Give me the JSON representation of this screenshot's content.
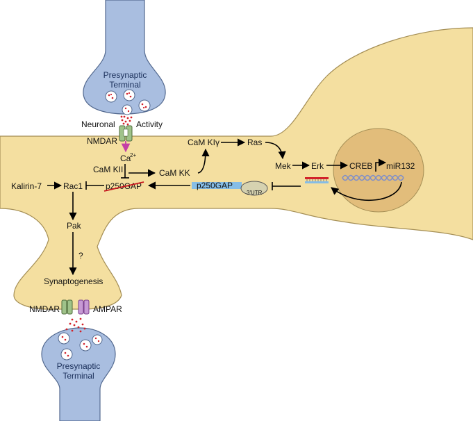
{
  "labels": {
    "presynaptic_top": [
      "Presynaptic",
      "Terminal"
    ],
    "presynaptic_bottom": [
      "Presynaptic",
      "Terminal"
    ],
    "neuronal": "Neuronal",
    "activity": "Activity",
    "nmdar_top": "NMDAR",
    "ca": "Ca",
    "ca_sup": "2+",
    "camkii": "CaM KII",
    "camkk": "CaM KK",
    "camki": "CaM KIγ",
    "ras": "Ras",
    "mek": "Mek",
    "erk": "Erk",
    "creb": "CREB",
    "mir132": "miR132",
    "kalirin": "Kalirin-7",
    "rac1": "Rac1",
    "p250gap_cross": "p250GAP",
    "p250gap_mrna": "p250GAP",
    "utr": "3'UTR",
    "pak": "Pak",
    "question": "?",
    "synaptogenesis": "Synaptogenesis",
    "nmdar_bottom": "NMDAR",
    "ampar": "AMPAR"
  },
  "colors": {
    "dendrite": "#f4dfa0",
    "dendrite_stroke": "#a48e55",
    "presynaptic": "#a9bee0",
    "presynaptic_stroke": "#53698f",
    "nucleus": "#e2bd7b",
    "vesicle_dot": "#d2232a",
    "mrna_bar": "#86bde6",
    "inhibition_red": "#c8161e",
    "nmdar": "#9fc28a",
    "ampar": "#c79ad4",
    "dna": "#7f8ec9"
  },
  "icons": [
    "vesicle-icon",
    "nmdar-receptor-icon",
    "ampar-receptor-icon",
    "dna-helix-icon",
    "mirna-precursor-icon"
  ]
}
